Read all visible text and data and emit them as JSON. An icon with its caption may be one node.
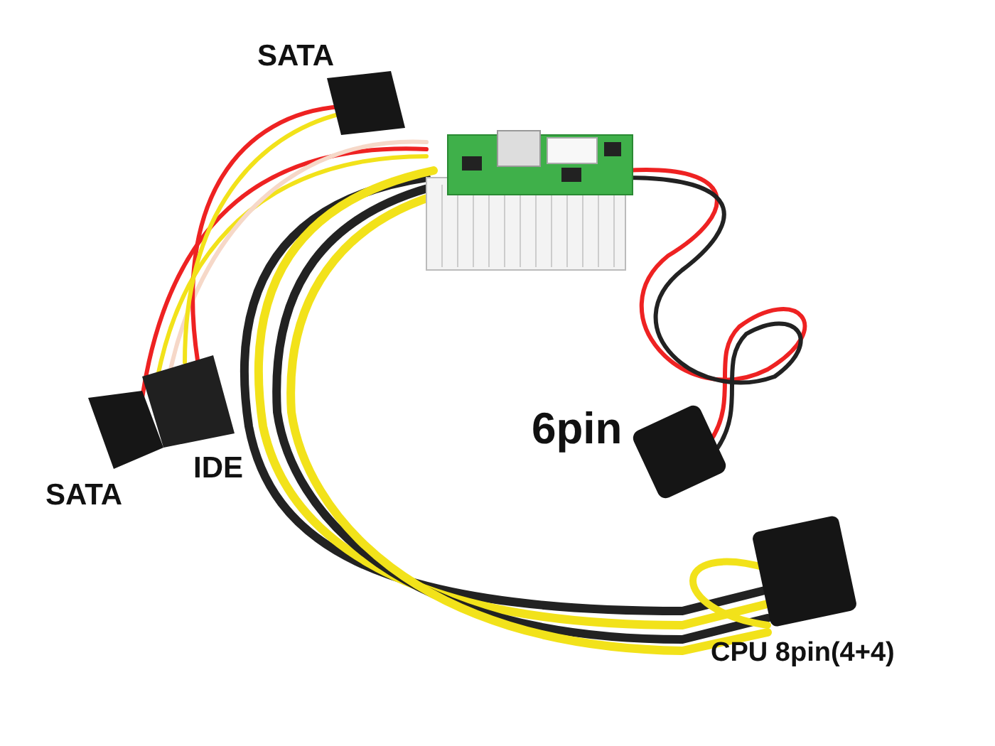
{
  "diagram": {
    "labels": [
      "SATA",
      "SATA",
      "IDE",
      "6pin",
      "CPU 8pin(4+4)"
    ]
  }
}
